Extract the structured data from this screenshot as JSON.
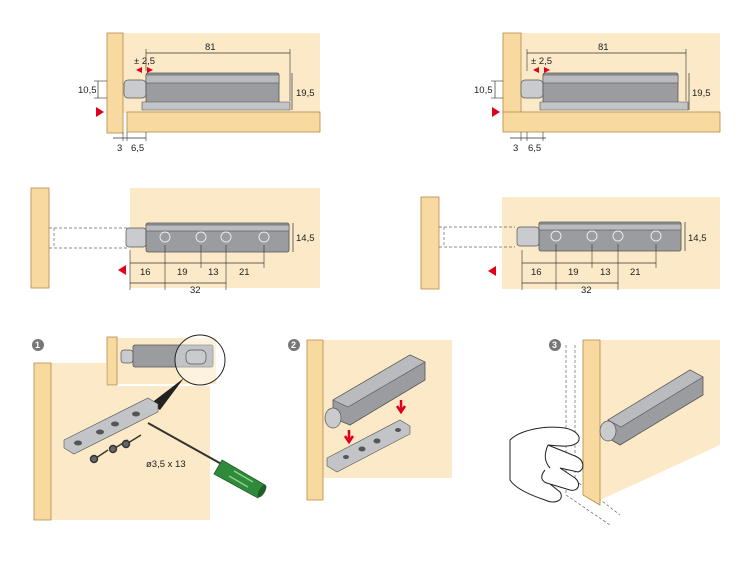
{
  "diagram_1": {
    "dims": {
      "width": "81",
      "tolerance": "± 2,5",
      "height": "19,5",
      "left": "10,5",
      "gap": "3",
      "offset": "6,5"
    }
  },
  "diagram_2": {
    "dims": {
      "width": "81",
      "tolerance": "± 2,5",
      "height": "19,5",
      "left": "10,5",
      "gap": "3",
      "offset": "6,5"
    }
  },
  "diagram_3": {
    "dims": {
      "height": "14,5",
      "d1": "16",
      "d2": "19",
      "d3": "13",
      "d4": "21",
      "total": "32"
    }
  },
  "diagram_4": {
    "dims": {
      "height": "14,5",
      "d1": "16",
      "d2": "19",
      "d3": "13",
      "d4": "21",
      "total": "32"
    }
  },
  "steps": {
    "step1": {
      "number": "1",
      "screw_spec": "ø3,5 x 13"
    },
    "step2": {
      "number": "2"
    },
    "step3": {
      "number": "3"
    }
  },
  "colors": {
    "wood": "#f8d9a0",
    "panel": "#fbe9c7",
    "arrow": "#e0001b",
    "handle": "#2f8a3c",
    "steel": "#9a9ca0"
  }
}
